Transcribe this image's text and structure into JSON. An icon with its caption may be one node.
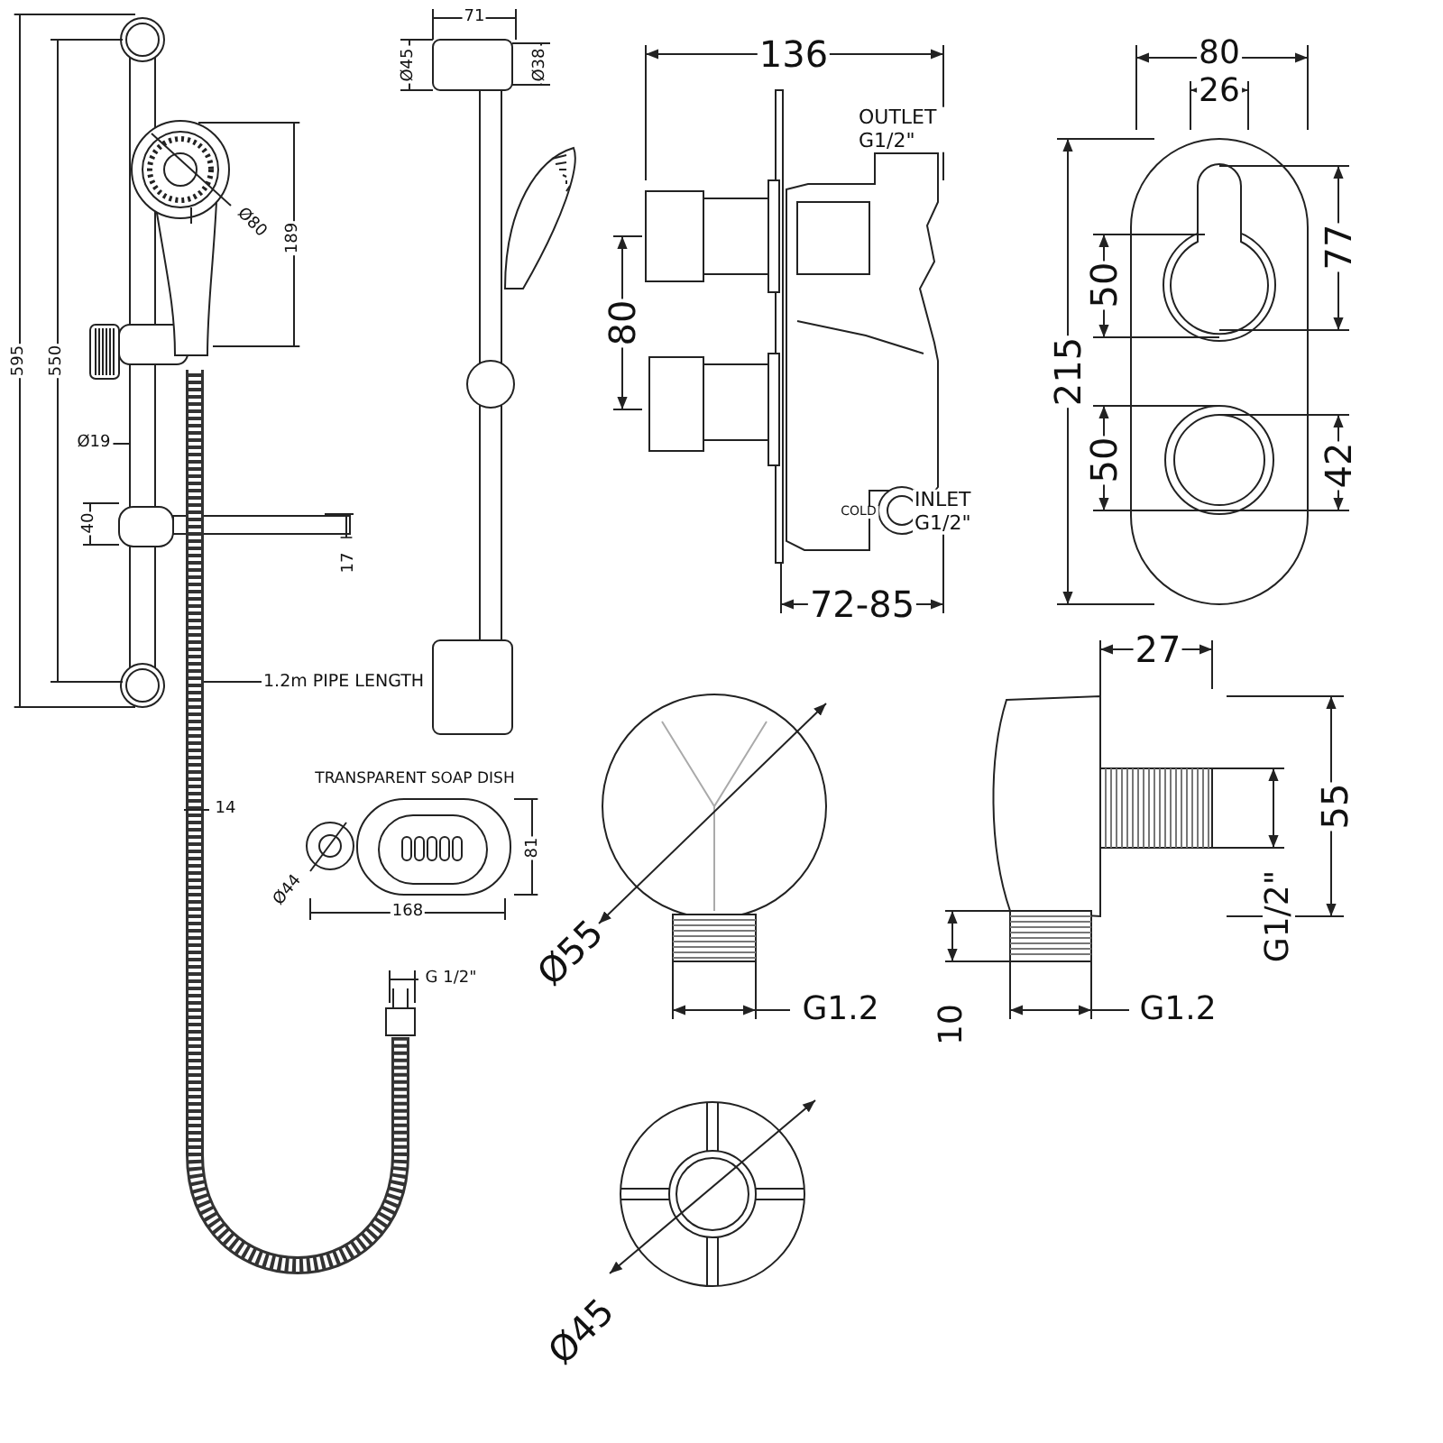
{
  "diagram": {
    "nodes": [
      {
        "text": [
          "1.2m PIPE LENGTH"
        ]
      },
      {
        "text": [],
        "shape": "picture"
      }
    ],
    "edges": [
      {
        "from": 0,
        "to": 1,
        "arrow": "none"
      }
    ],
    "labels": [
      "595",
      "550",
      "Ø80",
      "189",
      "Ø19",
      "40",
      "17",
      "71",
      "Ø45",
      "Ø38",
      "136",
      "OUTLET G1/2\"",
      "80",
      "COLD",
      "INLET G1/2\"",
      "72-85",
      "80",
      "26",
      "215",
      "50",
      "77",
      "50",
      "42",
      "TRANSPARENT SOAP DISH",
      "14",
      "Ø44",
      "81",
      "168",
      "G 1/2\"",
      "27",
      "55",
      "Ø55",
      "G1.2",
      "G1/2\"",
      "10",
      "G1.2",
      "Ø45"
    ]
  }
}
